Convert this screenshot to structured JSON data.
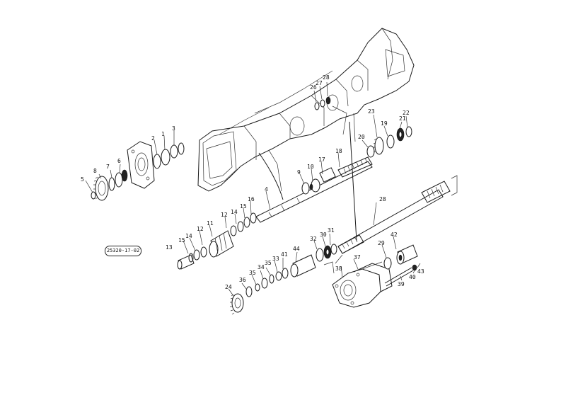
{
  "drawing_code": "25320-17-02",
  "callouts": [
    {
      "id": "c1",
      "label": "1"
    },
    {
      "id": "c2",
      "label": "2"
    },
    {
      "id": "c3",
      "label": "3"
    },
    {
      "id": "c5",
      "label": "5"
    },
    {
      "id": "c6",
      "label": "6"
    },
    {
      "id": "c7",
      "label": "7"
    },
    {
      "id": "c8",
      "label": "8"
    },
    {
      "id": "c4",
      "label": "4"
    },
    {
      "id": "c9",
      "label": "9"
    },
    {
      "id": "c10",
      "label": "10"
    },
    {
      "id": "c17",
      "label": "17"
    },
    {
      "id": "c18",
      "label": "18"
    },
    {
      "id": "c16",
      "label": "16"
    },
    {
      "id": "c15",
      "label": "15"
    },
    {
      "id": "c14a",
      "label": "14"
    },
    {
      "id": "c12a",
      "label": "12"
    },
    {
      "id": "c11",
      "label": "11"
    },
    {
      "id": "c14b",
      "label": "14"
    },
    {
      "id": "c12b",
      "label": "12"
    },
    {
      "id": "c15b",
      "label": "15"
    },
    {
      "id": "c13",
      "label": "13"
    },
    {
      "id": "c26",
      "label": "26"
    },
    {
      "id": "c27",
      "label": "27"
    },
    {
      "id": "c28",
      "label": "28"
    },
    {
      "id": "c20",
      "label": "20"
    },
    {
      "id": "c23",
      "label": "23"
    },
    {
      "id": "c19",
      "label": "19"
    },
    {
      "id": "c21",
      "label": "21"
    },
    {
      "id": "c22",
      "label": "22"
    },
    {
      "id": "c28b",
      "label": "28"
    },
    {
      "id": "c32",
      "label": "32"
    },
    {
      "id": "c30",
      "label": "30"
    },
    {
      "id": "c31",
      "label": "31"
    },
    {
      "id": "c44",
      "label": "44"
    },
    {
      "id": "c41",
      "label": "41"
    },
    {
      "id": "c33",
      "label": "33"
    },
    {
      "id": "c35",
      "label": "35"
    },
    {
      "id": "c34",
      "label": "34"
    },
    {
      "id": "c35b",
      "label": "35"
    },
    {
      "id": "c36",
      "label": "36"
    },
    {
      "id": "c24",
      "label": "24"
    },
    {
      "id": "c37",
      "label": "37"
    },
    {
      "id": "c38",
      "label": "38"
    },
    {
      "id": "c29",
      "label": "29"
    },
    {
      "id": "c42",
      "label": "42"
    },
    {
      "id": "c39",
      "label": "39"
    },
    {
      "id": "c40",
      "label": "40"
    },
    {
      "id": "c43",
      "label": "43"
    }
  ]
}
